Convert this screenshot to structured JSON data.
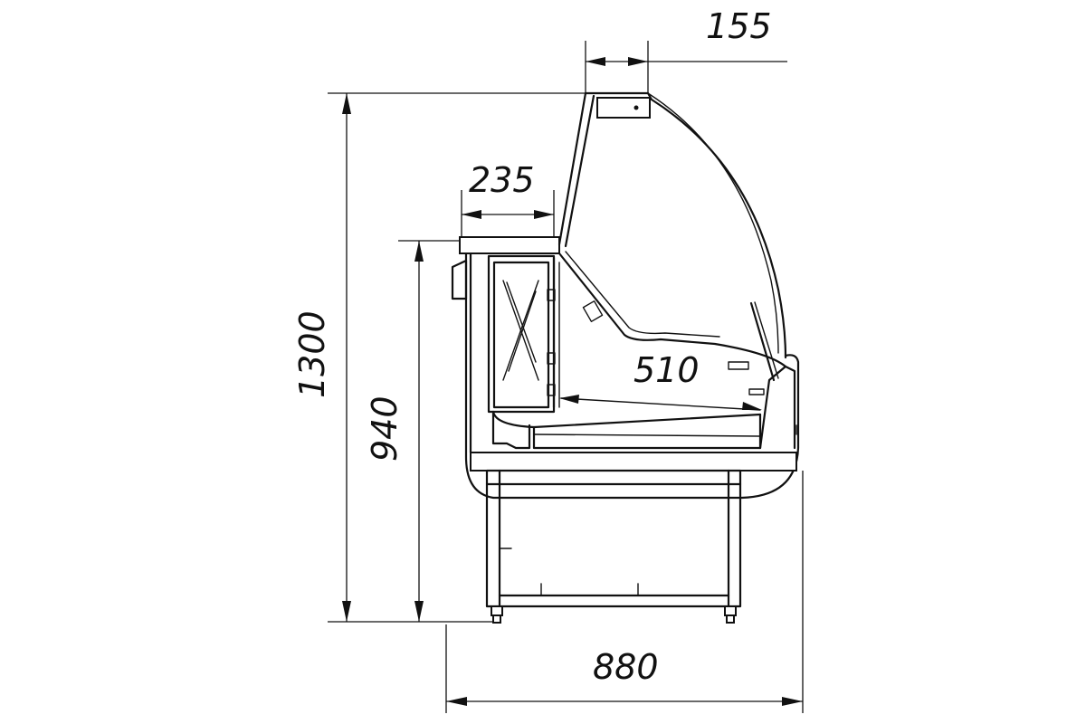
{
  "dimensions": {
    "top_offset": "155",
    "counter_depth": "235",
    "shelf_depth": "510",
    "total_height": "1300",
    "counter_height": "940",
    "total_depth": "880"
  }
}
